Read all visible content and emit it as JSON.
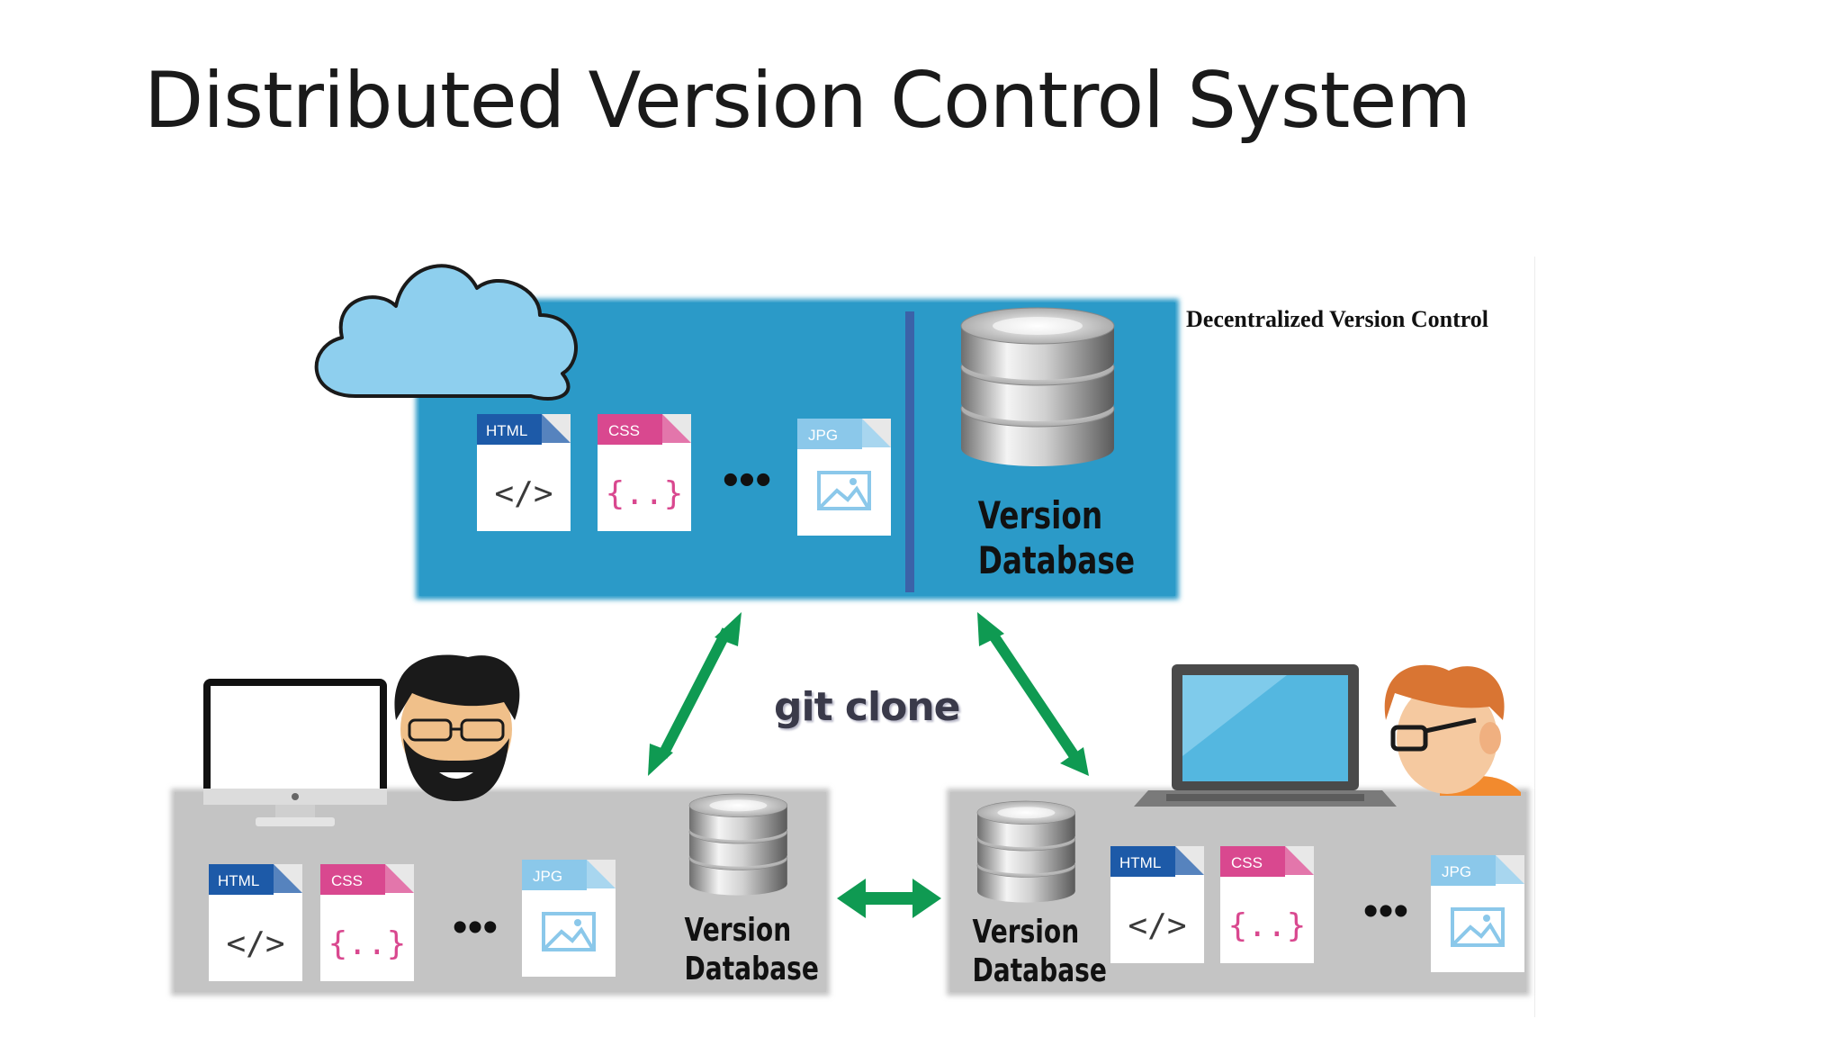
{
  "slide": {
    "title": "Distributed Version Control System"
  },
  "diagram": {
    "corner_label": "Decentralized Version Control",
    "edge_label": "git clone",
    "database_label_line1": "Version",
    "database_label_line2": "Database",
    "file_types": {
      "html": "HTML",
      "css": "CSS",
      "jpg": "JPG"
    },
    "glyphs": {
      "html": "</>",
      "css": "{..}",
      "ellipsis": "•••"
    },
    "icons": [
      "cloud-icon",
      "database-icon",
      "desktop-monitor-icon",
      "laptop-icon",
      "user-avatar-icon",
      "image-icon",
      "double-arrow-icon"
    ],
    "colors": {
      "server_panel": "#2b9ac8",
      "client_panel": "#c4c4c4",
      "arrow": "#0f9a52",
      "cloud": "#8ecfee",
      "html_tag": "#1d5aa8",
      "css_tag": "#d9488f",
      "jpg_tag": "#8bc8ea"
    }
  }
}
